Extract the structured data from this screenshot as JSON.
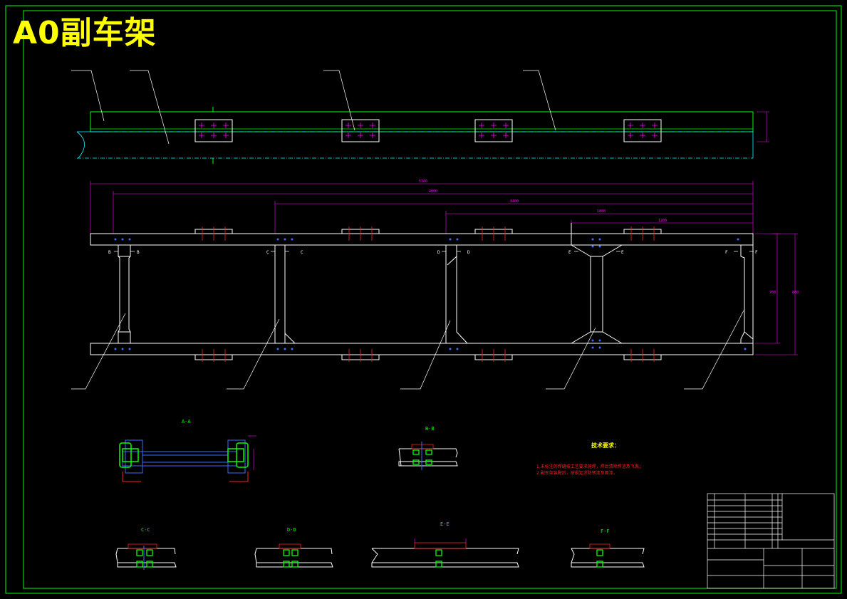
{
  "title": "A0副车架",
  "sections": {
    "aa": "A-A",
    "bb": "B-B",
    "cc": "C-C",
    "dd": "D-D",
    "ee": "E-E",
    "ff": "F-F"
  },
  "section_marks": [
    "B",
    "C",
    "D",
    "E",
    "F"
  ],
  "dimensions": {
    "overall": "5760",
    "d2": "4800",
    "d3": "3400",
    "d4": "1800",
    "d5": "1200",
    "width_outer": "860",
    "width_inner": "760"
  },
  "tech_requirements": {
    "title": "技术要求：",
    "note1": "1.未标注的焊缝按工艺要求施焊，焊后清除焊渣及飞溅；",
    "note2": "2.副车架装配后，按规定涂防锈漆及面漆。"
  },
  "colors": {
    "frame": "#ffffff",
    "outline": "#00ff00",
    "dimension": "#ff00ff",
    "leader": "#ffffff",
    "bolt": "#ff00ff",
    "centerline": "#00ffff",
    "note": "#ff2020",
    "title": "#ffff00"
  }
}
